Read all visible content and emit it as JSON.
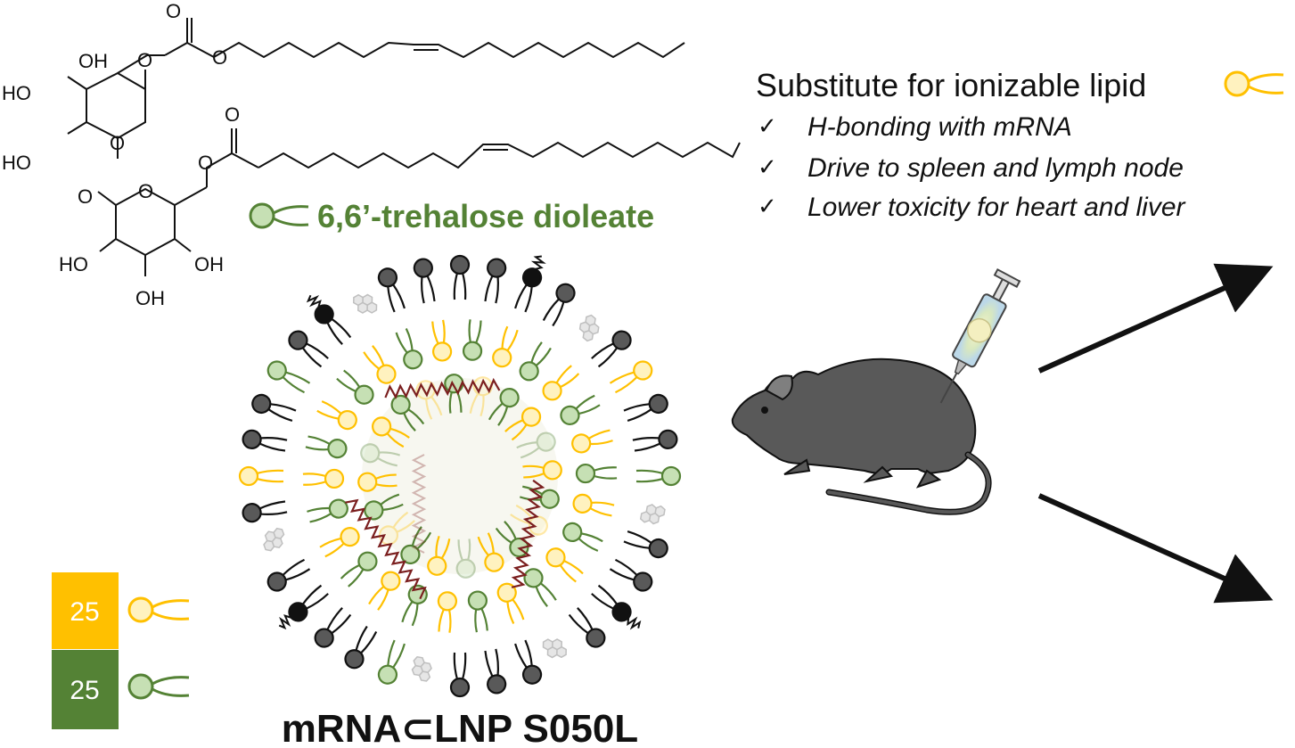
{
  "molecule": {
    "labels": [
      "OH",
      "HO",
      "HO",
      "O",
      "O",
      "O",
      "O",
      "O",
      "O",
      "HO",
      "OH",
      "OH"
    ],
    "ester_oxygens": [
      "O",
      "O"
    ],
    "name": "6,6’-trehalose dioleate"
  },
  "properties": {
    "heading": "Substitute for ionizable lipid",
    "check_glyph": "✓",
    "items": [
      "H-bonding with mRNA",
      "Drive to spleen and lymph node",
      "Lower toxicity for heart and liver"
    ]
  },
  "composition": {
    "boxes": [
      {
        "value": "25",
        "color": "#FFC000"
      },
      {
        "value": "25",
        "color": "#548235"
      }
    ]
  },
  "nanoparticle_label": "mRNA⊂LNP S050L",
  "colors": {
    "ionizable_lipid": "#FFC000",
    "ionizable_head_fill": "#FFF2BF",
    "trehalose_lipid": "#548235",
    "trehalose_head_fill": "#C6E0B4",
    "helper_lipid": "#595959",
    "peg_lipid": "#1a1a1a",
    "cholesterol": "#BFBFBF",
    "mrna": "#7B1F1F"
  },
  "icons": [
    "mouse-icon",
    "syringe-icon",
    "arrow-icon",
    "lipid-glyph-icon",
    "cholesterol-icon"
  ]
}
